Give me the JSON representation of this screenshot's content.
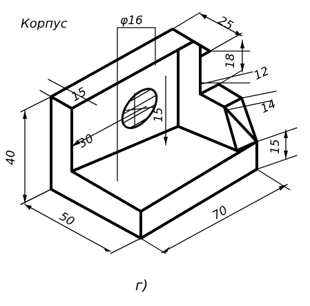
{
  "title": "Корпус",
  "caption": "г)",
  "hole_diameter": "φ16",
  "dimensions": {
    "height_total": "40",
    "depth": "50",
    "length": "70",
    "wall_thickness": "15",
    "hole_center_offset": "30",
    "hole_height": "15",
    "top_width": "25",
    "upper_step_height": "18",
    "step_depth": "12",
    "slope_size": "14",
    "base_height": "15"
  }
}
